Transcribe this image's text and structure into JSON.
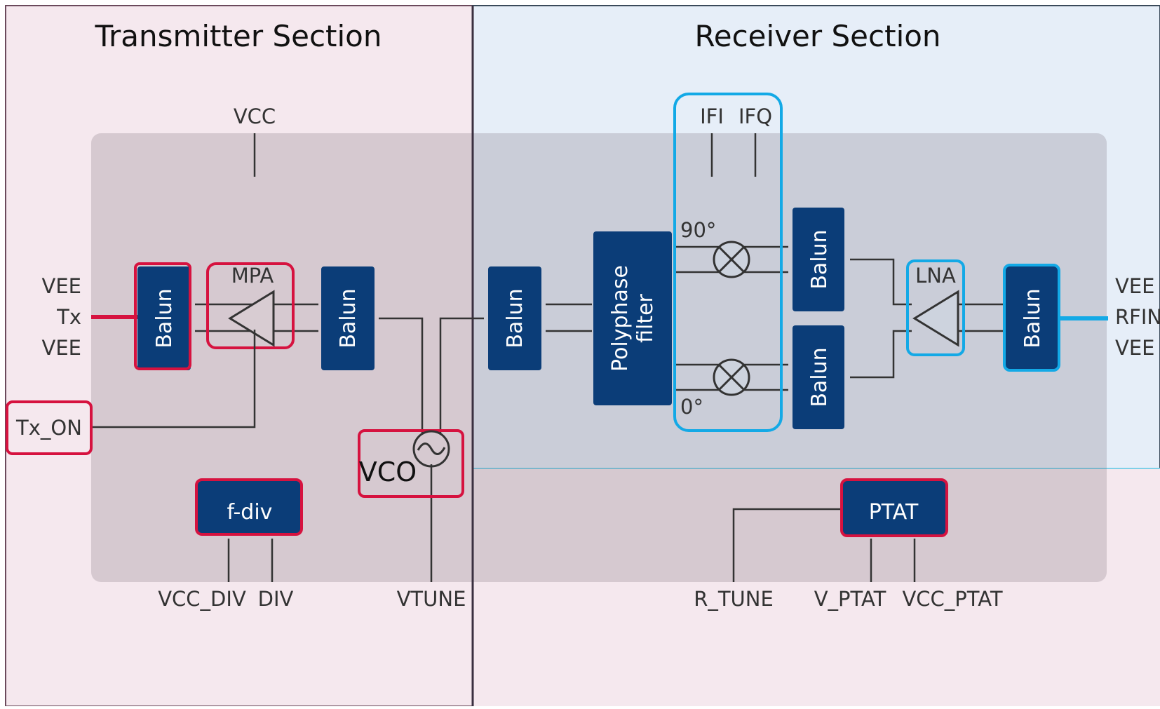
{
  "sections": {
    "transmitter_title": "Transmitter Section",
    "receiver_title": "Receiver Section"
  },
  "blocks": {
    "tx_balun_in": "Balun",
    "mpa_label": "MPA",
    "tx_balun_out": "Balun",
    "rx_balun_lo": "Balun",
    "polyphase_line1": "Polyphase",
    "polyphase_line2": "filter",
    "rx_balun_upper": "Balun",
    "rx_balun_lower": "Balun",
    "lna_label": "LNA",
    "rx_balun_in": "Balun",
    "fdiv": "f-div",
    "vco": "VCO",
    "ptat": "PTAT"
  },
  "phase": {
    "upper": "90°",
    "lower": "0°"
  },
  "pins": {
    "vcc_top": "VCC",
    "ifi": "IFI",
    "ifq": "IFQ",
    "tx_vee_top": "VEE",
    "tx": "Tx",
    "tx_vee_bottom": "VEE",
    "tx_on": "Tx_ON",
    "rx_vee_top": "VEE",
    "rfin": "RFIN",
    "rx_vee_bottom": "VEE",
    "vcc_div": "VCC_DIV",
    "div": "DIV",
    "vtune": "VTUNE",
    "r_tune": "R_TUNE",
    "v_ptat": "V_PTAT",
    "vcc_ptat": "VCC_PTAT"
  },
  "colors": {
    "block_fill": "#0b3d78",
    "tx_highlight": "#d6123f",
    "rx_highlight": "#13a9e6",
    "tx_background": "#f5e8ee",
    "rx_background": "#e6eef8",
    "chip_area": "#d2c8ce"
  }
}
